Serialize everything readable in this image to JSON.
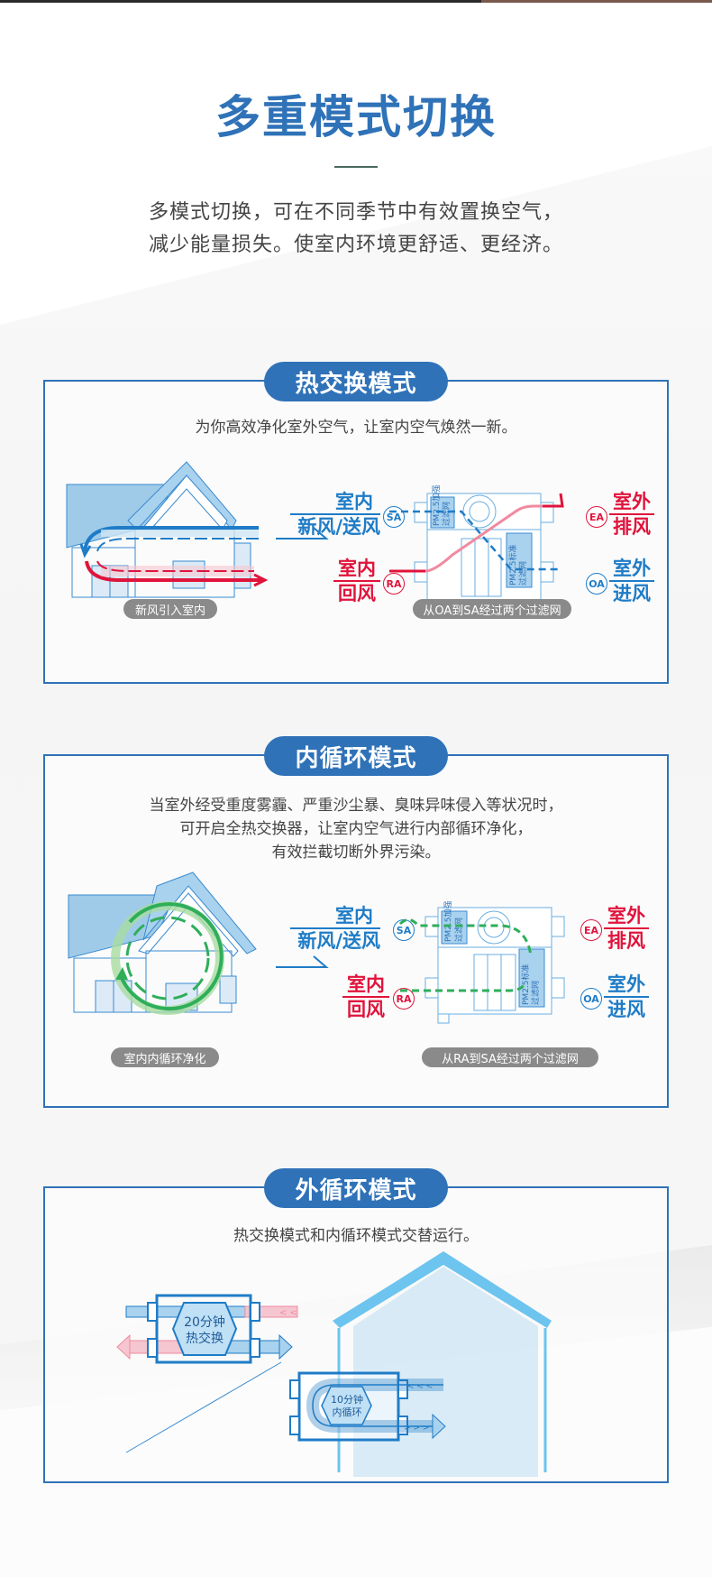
{
  "hero": {
    "title": "多重模式切换",
    "description_line1": "多模式切换，可在不同季节中有效置换空气，",
    "description_line2": "减少能量损失。使室内环境更舒适、更经济。"
  },
  "colors": {
    "accent_blue": "#2f72b8",
    "label_blue": "#1f7cc7",
    "label_red": "#e0143c",
    "circulation_green": "#2fae5a",
    "caption_gray": "#8a8a8a"
  },
  "sections": [
    {
      "title": "热交换模式",
      "description": [
        "为你高效净化室外空气，让室内空气焕然一新。"
      ],
      "house_caption": "新风引入室内",
      "unit_caption": "从OA到SA经过两个过滤网",
      "labels": {
        "sa_top": "室内",
        "sa_bottom": "新风/送风",
        "sa_badge": "SA",
        "ra_top": "室内",
        "ra_bottom": "回风",
        "ra_badge": "RA",
        "ea_top": "室外",
        "ea_bottom": "排风",
        "ea_badge": "EA",
        "oa_top": "室外",
        "oa_bottom": "进风",
        "oa_badge": "OA"
      },
      "filters": {
        "enhanced": "PM2.5加强",
        "standard": "PM2.5标准",
        "suffix": "过滤网"
      }
    },
    {
      "title": "内循环模式",
      "description": [
        "当室外经受重度雾霾、严重沙尘暴、臭味异味侵入等状况时，",
        "可开启全热交换器，让室内空气进行内部循环净化，",
        "有效拦截切断外界污染。"
      ],
      "house_caption": "室内内循环净化",
      "unit_caption": "从RA到SA经过两个过滤网",
      "labels": {
        "sa_top": "室内",
        "sa_bottom": "新风/送风",
        "sa_badge": "SA",
        "ra_top": "室内",
        "ra_bottom": "回风",
        "ra_badge": "RA",
        "ea_top": "室外",
        "ea_bottom": "排风",
        "ea_badge": "EA",
        "oa_top": "室外",
        "oa_bottom": "进风",
        "oa_badge": "OA"
      },
      "filters": {
        "enhanced": "PM2.5加强",
        "standard": "PM2.5标准",
        "suffix": "过滤网"
      }
    },
    {
      "title": "外循环模式",
      "description": [
        "热交换模式和内循环模式交替运行。"
      ],
      "heat_exchange_badge": {
        "line1": "20分钟",
        "line2": "热交换"
      },
      "inner_loop_badge": {
        "line1": "10分钟",
        "line2": "内循环"
      }
    }
  ]
}
